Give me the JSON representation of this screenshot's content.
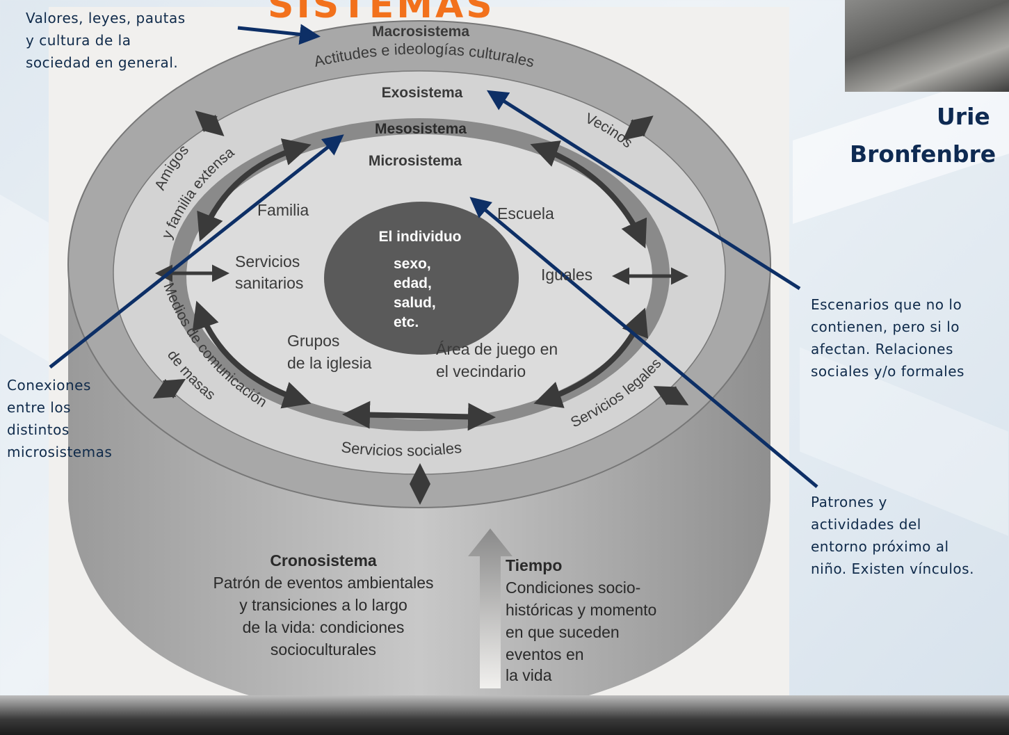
{
  "header": {
    "title": "SISTEMAS"
  },
  "author": {
    "first_name": "Urie",
    "last_name": "Bronfenbre"
  },
  "layers": {
    "macro": {
      "name": "Macrosistema",
      "subtitle": "Actitudes e ideologías culturales"
    },
    "exo": {
      "name": "Exosistema",
      "left_label_1": "Amigos",
      "left_label_2": "y familia extensa",
      "right_label": "Vecinos",
      "bottom_left_1": "Medios de comunicación",
      "bottom_left_2": "de masas",
      "bottom_right": "Servicios legales",
      "bottom": "Servicios sociales"
    },
    "meso": {
      "name": "Mesosistema"
    },
    "micro": {
      "name": "Microsistema",
      "items": [
        "Familia",
        "Escuela",
        "Servicios",
        "sanitarios",
        "Iguales",
        "Grupos",
        "de la iglesia",
        "Área de juego en",
        "el vecindario"
      ]
    },
    "core": {
      "title": "El individuo",
      "lines": [
        "sexo,",
        "edad,",
        "salud,",
        "etc."
      ]
    },
    "crono": {
      "name": "Cronosistema",
      "lines": [
        "Patrón de eventos ambientales",
        "y transiciones a lo largo",
        "de la vida: condiciones",
        "socioculturales"
      ]
    },
    "tiempo": {
      "name": "Tiempo",
      "lines": [
        "Condiciones socio-",
        "históricas y momento",
        "en que suceden",
        "eventos en",
        "la vida"
      ]
    }
  },
  "notes": {
    "macro": [
      "Valores, leyes, pautas",
      "y cultura de la",
      "sociedad en general."
    ],
    "meso": [
      "Conexiones",
      "entre los",
      "distintos",
      "microsistemas"
    ],
    "exo": [
      "Escenarios que no lo",
      "contienen, pero si lo",
      "afectan.  Relaciones",
      "sociales y/o formales"
    ],
    "micro": [
      "Patrones y",
      "actividades del",
      "entorno próximo  al",
      "niño. Existen vínculos."
    ]
  },
  "colors": {
    "note_text": "#0f2a4a",
    "arrow": "#0d2f66",
    "title": "#f2711c",
    "macro_ring": "#a8a8a8",
    "exo_ring": "#d3d3d3",
    "meso_ring": "#8a8a8a",
    "core": "#5a5a5a"
  }
}
